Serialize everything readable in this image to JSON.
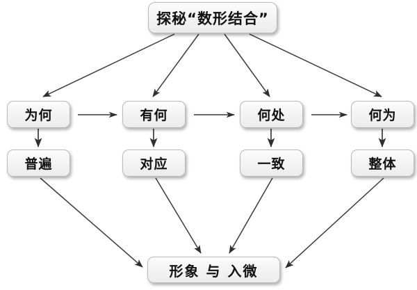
{
  "diagram": {
    "title_node": {
      "label": "探秘“数形结合”"
    },
    "row2": [
      {
        "label": "为何"
      },
      {
        "label": "有何"
      },
      {
        "label": "何处"
      },
      {
        "label": "何为"
      }
    ],
    "row3": [
      {
        "label": "普遍"
      },
      {
        "label": "对应"
      },
      {
        "label": "一致"
      },
      {
        "label": "整体"
      }
    ],
    "bottom_node": {
      "label": "形象 与 入微"
    },
    "colors": {
      "background": "#ffffff",
      "box_fill_top": "#fcfcfc",
      "box_fill_bottom": "#ececed",
      "box_border": "#b9b9b9",
      "text": "#111111",
      "edge": "#3a3a3a"
    },
    "edges": [
      {
        "from": "探秘“数形结合”",
        "to": "为何",
        "kind": "fan-out"
      },
      {
        "from": "探秘“数形结合”",
        "to": "有何",
        "kind": "fan-out"
      },
      {
        "from": "探秘“数形结合”",
        "to": "何处",
        "kind": "fan-out"
      },
      {
        "from": "探秘“数形结合”",
        "to": "何为",
        "kind": "fan-out"
      },
      {
        "from": "为何",
        "to": "有何",
        "kind": "horizontal"
      },
      {
        "from": "有何",
        "to": "何处",
        "kind": "horizontal"
      },
      {
        "from": "何处",
        "to": "何为",
        "kind": "horizontal"
      },
      {
        "from": "为何",
        "to": "普遍",
        "kind": "vertical"
      },
      {
        "from": "有何",
        "to": "对应",
        "kind": "vertical"
      },
      {
        "from": "何处",
        "to": "一致",
        "kind": "vertical"
      },
      {
        "from": "何为",
        "to": "整体",
        "kind": "vertical"
      },
      {
        "from": "普遍",
        "to": "形象 与 入微",
        "kind": "converge"
      },
      {
        "from": "对应",
        "to": "形象 与 入微",
        "kind": "converge"
      },
      {
        "from": "一致",
        "to": "形象 与 入微",
        "kind": "converge"
      },
      {
        "from": "整体",
        "to": "形象 与 入微",
        "kind": "converge"
      }
    ]
  }
}
